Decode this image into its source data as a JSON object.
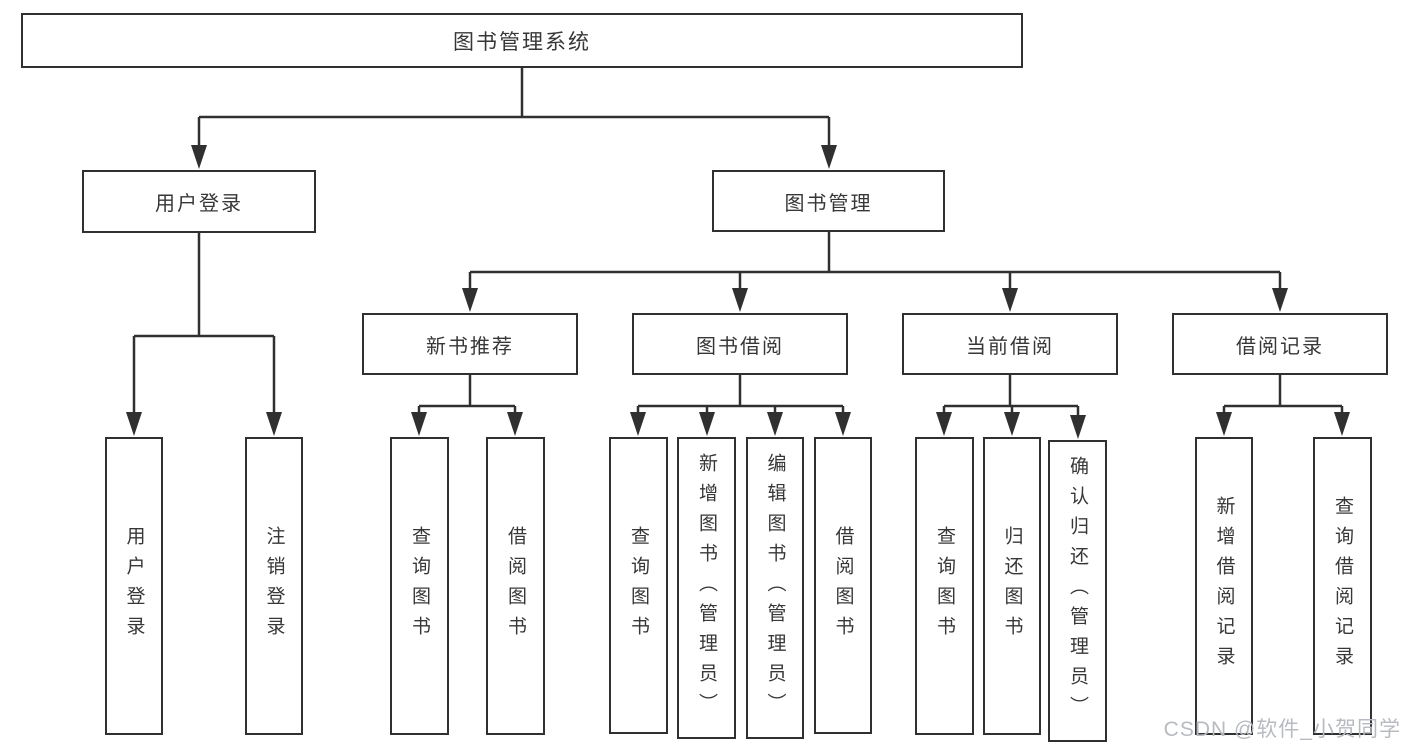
{
  "diagram": {
    "root": "图书管理系统",
    "branches": [
      {
        "label": "用户登录",
        "children": [
          "用户登录",
          "注销登录"
        ]
      },
      {
        "label": "图书管理",
        "groups": [
          {
            "label": "新书推荐",
            "children": [
              "查询图书",
              "借阅图书"
            ]
          },
          {
            "label": "图书借阅",
            "children": [
              "查询图书",
              "新增图书（管理员）",
              "编辑图书（管理员）",
              "借阅图书"
            ]
          },
          {
            "label": "当前借阅",
            "children": [
              "查询图书",
              "归还图书",
              "确认归还（管理员）"
            ]
          },
          {
            "label": "借阅记录",
            "children": [
              "新增借阅记录",
              "查询借阅记录"
            ]
          }
        ]
      }
    ]
  },
  "watermark": "CSDN @软件_小贺同学",
  "colors": {
    "line": "#303030",
    "text": "#373737",
    "watermark": "#b7bbc1"
  }
}
